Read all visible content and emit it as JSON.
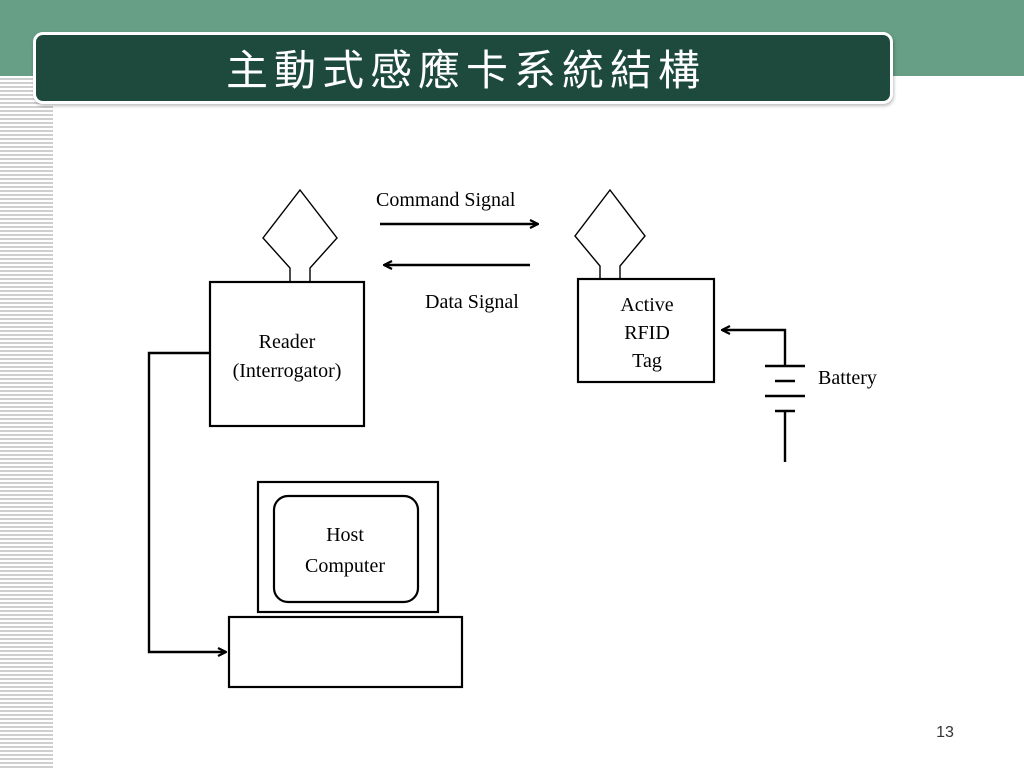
{
  "slide": {
    "title": "主動式感應卡系統結構",
    "page_number": "13"
  },
  "diagram": {
    "reader_line1": "Reader",
    "reader_line2": "(Interrogator)",
    "tag_line1": "Active",
    "tag_line2": "RFID",
    "tag_line3": "Tag",
    "command_signal": "Command Signal",
    "data_signal": "Data Signal",
    "battery": "Battery",
    "host_line1": "Host",
    "host_line2": "Computer"
  }
}
